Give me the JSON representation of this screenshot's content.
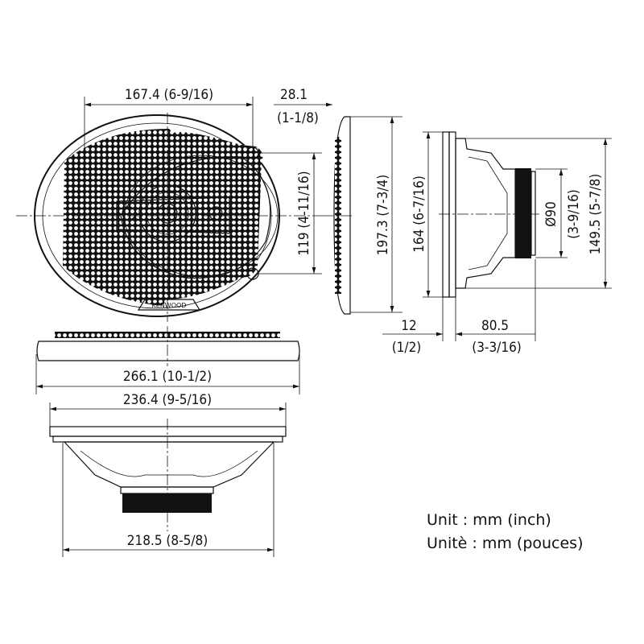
{
  "brand": "KENWOOD",
  "dimensions": {
    "grille_hole_width": "167.4 (6-9/16)",
    "depth_mount_mm": "28.1",
    "depth_mount_in": "(1-1/8)",
    "hole_spacing": "119 (4-11/16)",
    "height_total": "197.3 (7-3/4)",
    "cutout_height": "164 (6-7/16)",
    "magnet_dia_mm": "Ø90",
    "magnet_dia_in": "(3-9/16)",
    "basket_height": "149.5 (5-7/8)",
    "flange_mm": "12",
    "flange_in": "(1/2)",
    "mount_depth_mm": "80.5",
    "mount_depth_in": "(3-3/16)",
    "overall_width": "266.1 (10-1/2)",
    "cutout_width": "236.4 (9-5/16)",
    "basket_width": "218.5 (8-5/8)"
  },
  "units": {
    "line1": "Unit : mm (inch)",
    "line2": "Unitè : mm (pouces)"
  }
}
